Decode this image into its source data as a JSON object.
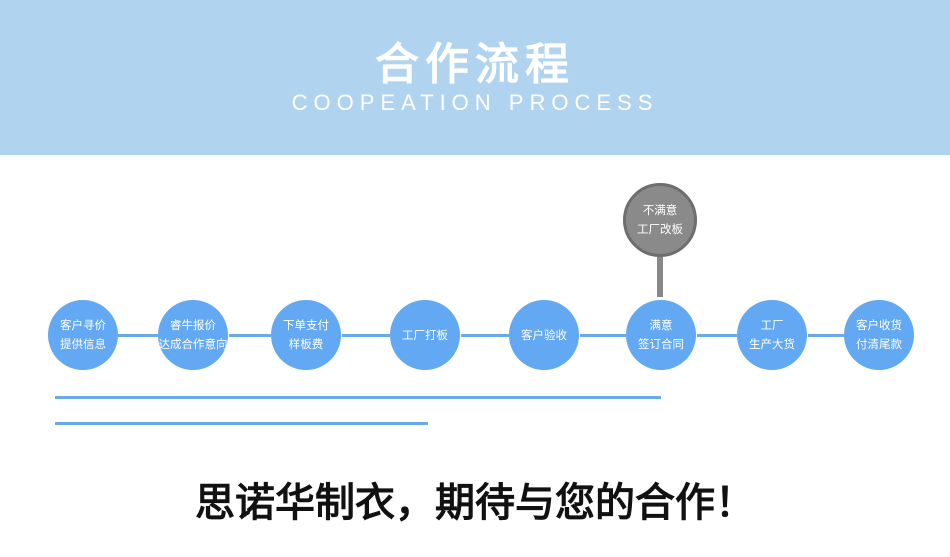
{
  "header": {
    "title": "合作流程",
    "subtitle": "COOPEATION PROCESS"
  },
  "steps": [
    {
      "line1": "客户寻价",
      "line2": "提供信息"
    },
    {
      "line1": "睿牛报价",
      "line2": "达成合作意向"
    },
    {
      "line1": "下单支付",
      "line2": "样板费"
    },
    {
      "line1": "工厂打板",
      "line2": ""
    },
    {
      "line1": "客户验收",
      "line2": ""
    },
    {
      "line1": "满意",
      "line2": "签订合同"
    },
    {
      "line1": "工厂",
      "line2": "生产大货"
    },
    {
      "line1": "客户收货",
      "line2": "付清尾款"
    }
  ],
  "branch": {
    "line1": "不满意",
    "line2": "工厂改板"
  },
  "slogan": "思诺华制衣，期待与您的合作！",
  "colors": {
    "banner": "#b0d4f0",
    "step_circle": "#62a8f2",
    "connector": "#6aaae8",
    "branch_circle": "#8a8a8a"
  }
}
